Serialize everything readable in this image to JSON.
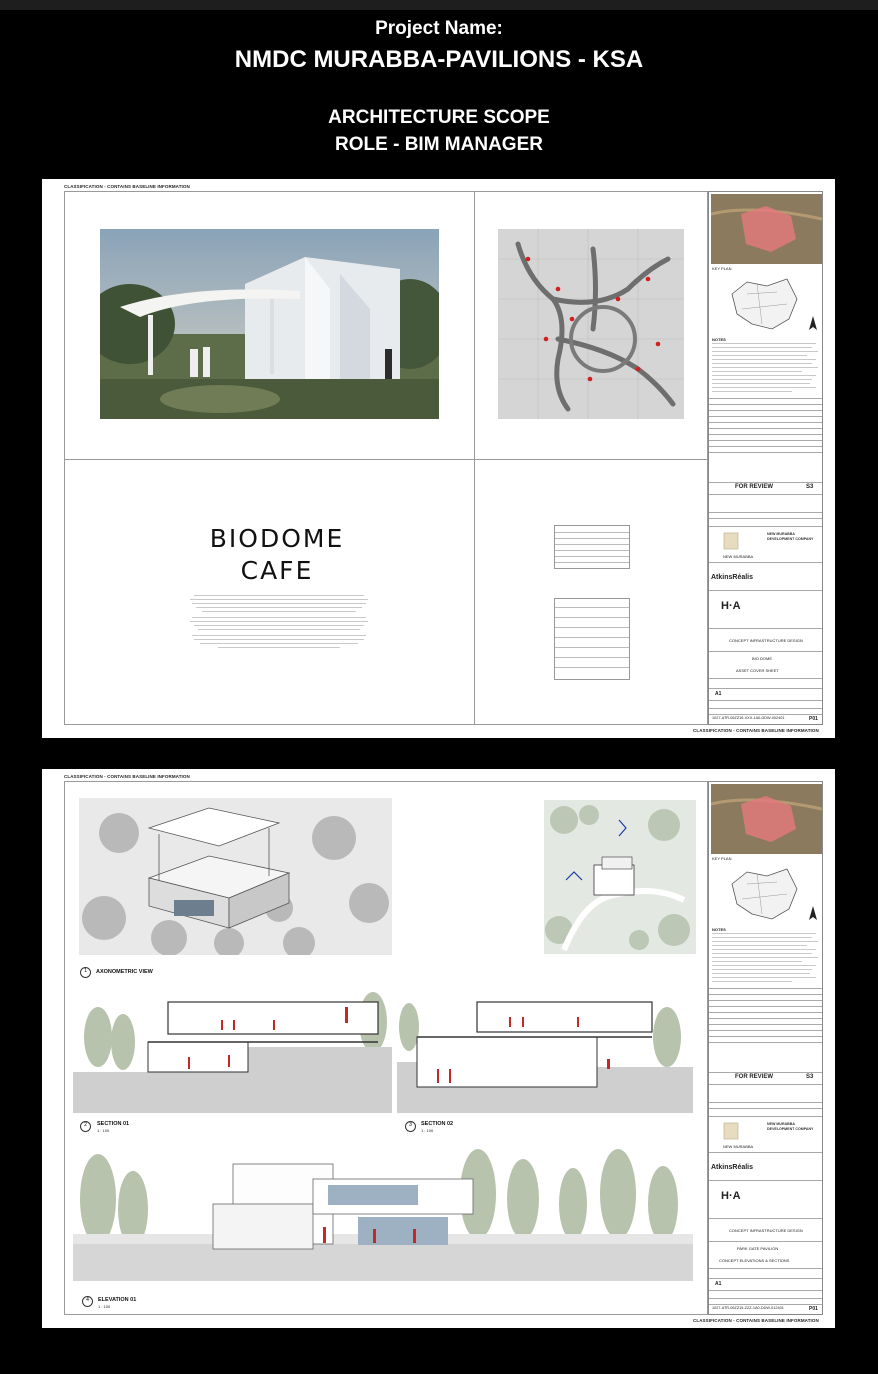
{
  "header": {
    "label": "Project Name:",
    "project": "NMDC MURABBA-PAVILIONS - KSA",
    "scope": "ARCHITECTURE SCOPE",
    "role": "ROLE - BIM MANAGER"
  },
  "sheets": [
    {
      "classification_top": "CLASSIFICATION - CONTAINS BASELINE INFORMATION",
      "classification_bottom": "CLASSIFICATION - CONTAINS BASELINE INFORMATION",
      "title_line1": "BIODOME",
      "title_line2": "CAFE",
      "titleblock": {
        "key_plan": "KEY PLAN",
        "notes": "NOTES",
        "status": "FOR REVIEW",
        "status_code": "S3",
        "client": "NEW MURABBA DEVELOPMENT COMPANY",
        "client_short": "NEW MURABBA",
        "consultant": "AtkinsRéalis",
        "architect": "H·A",
        "project_title": "CONCEPT INFRASTRUCTURE DESIGN",
        "drawing_title_1": "BIO DOME",
        "drawing_title_2": "ASSET COVER SHEET",
        "size": "A1",
        "drawing_number": "1027-ATR-06ZZ16-XXX-1A0-DDW-002401",
        "revision": "P01"
      }
    },
    {
      "classification_top": "CLASSIFICATION - CONTAINS BASELINE INFORMATION",
      "classification_bottom": "CLASSIFICATION - CONTAINS BASELINE INFORMATION",
      "views": {
        "v1_num": "1",
        "v1_title": "AXONOMETRIC VIEW",
        "v2_num": "2",
        "v2_title": "SECTION 01",
        "v2_scale": "1 : 100",
        "v3_num": "3",
        "v3_title": "SECTION 02",
        "v3_scale": "1 : 100",
        "v4_num": "4",
        "v4_title": "ELEVATION 01",
        "v4_scale": "1 : 100"
      },
      "titleblock": {
        "key_plan": "KEY PLAN",
        "notes": "NOTES",
        "status": "FOR REVIEW",
        "status_code": "S3",
        "client": "NEW MURABBA DEVELOPMENT COMPANY",
        "client_short": "NEW MURABBA",
        "consultant": "AtkinsRéalis",
        "architect": "H·A",
        "project_title": "CONCEPT INFRASTRUCTURE DESIGN",
        "drawing_title_1": "PARK GATE PAVILION",
        "drawing_title_2": "CONCEPT ELEVATIONS & SECTIONS",
        "size": "A1",
        "drawing_number": "1027-ATR-06ZZ15-ZZZ-1A0-DDW-012401",
        "revision": "P01"
      }
    }
  ]
}
